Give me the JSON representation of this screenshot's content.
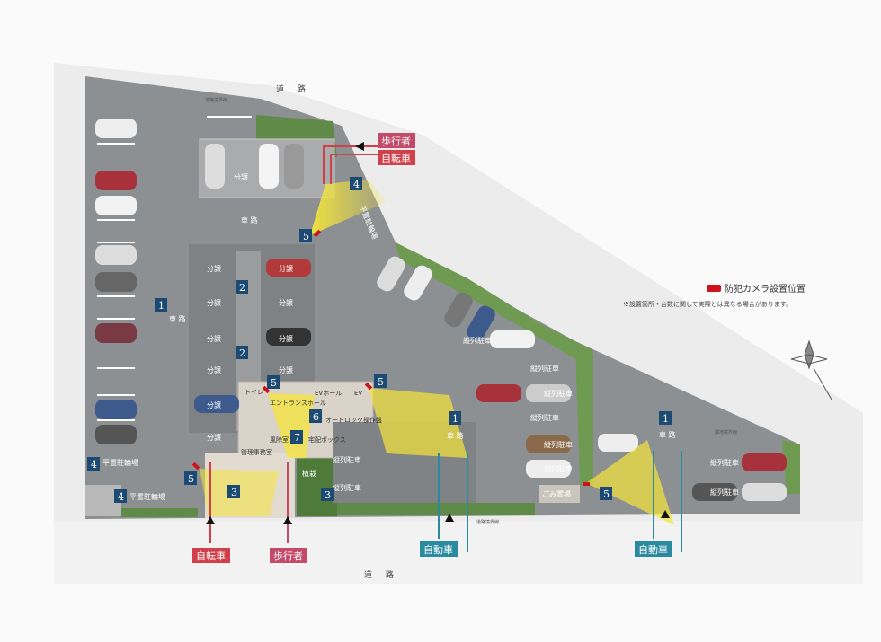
{
  "roads": {
    "top": "道 路",
    "bottom": "道 路",
    "boundary": "道路境界線",
    "boundary_side": "隣地境界線"
  },
  "entry_tags": {
    "pedestrian": "歩行者",
    "bicycle": "自転車",
    "car": "自動車"
  },
  "areas": {
    "carway": "車 路",
    "carway_v": "車\n路",
    "sale": "分譲",
    "parallel": "縦列駐車",
    "bike_parking": "平置駐輪場",
    "entrance_hall": "エントランスホール",
    "autolock": "オートロック操作盤",
    "delivery_box": "宅配ボックス",
    "windbreak": "風除室",
    "office": "管理事務室",
    "toilet": "トイレ",
    "ev_hall": "EVホール",
    "ev": "EV",
    "garbage": "ごみ置場",
    "planting": "植栽"
  },
  "badges": [
    "1",
    "2",
    "3",
    "4",
    "5",
    "6",
    "7"
  ],
  "legend": {
    "camera_label": "防犯カメラ設置位置",
    "note": "※設置箇所・台数に関して実際とは異なる場合があります。"
  },
  "colors": {
    "camera": "#d0121b",
    "badge": "#1d4a73",
    "pedestrian": "#c44a6a",
    "bicycle": "#d0404a",
    "car": "#2a8aa0",
    "coverage": "#f5e63a"
  }
}
